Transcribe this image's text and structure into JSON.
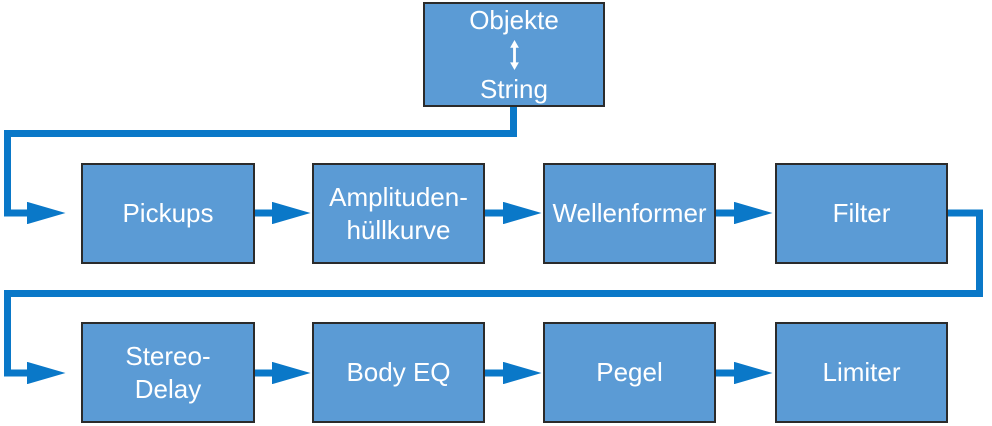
{
  "diagram": {
    "top_box": {
      "line1": "Objekte",
      "line2": "String",
      "arrow_icon": "bidirectional-vertical-arrow"
    },
    "row1": [
      {
        "label": "Pickups"
      },
      {
        "label": "Amplituden-\nhüllkurve"
      },
      {
        "label": "Wellenformer"
      },
      {
        "label": "Filter"
      }
    ],
    "row2": [
      {
        "label": "Stereo-\nDelay"
      },
      {
        "label": "Body EQ"
      },
      {
        "label": "Pegel"
      },
      {
        "label": "Limiter"
      }
    ],
    "colors": {
      "box_fill": "#5b9bd5",
      "box_border": "#2b2b2b",
      "connector_blue": "#0a78c8",
      "label_text": "#ffffff",
      "background": "#ffffff"
    }
  }
}
